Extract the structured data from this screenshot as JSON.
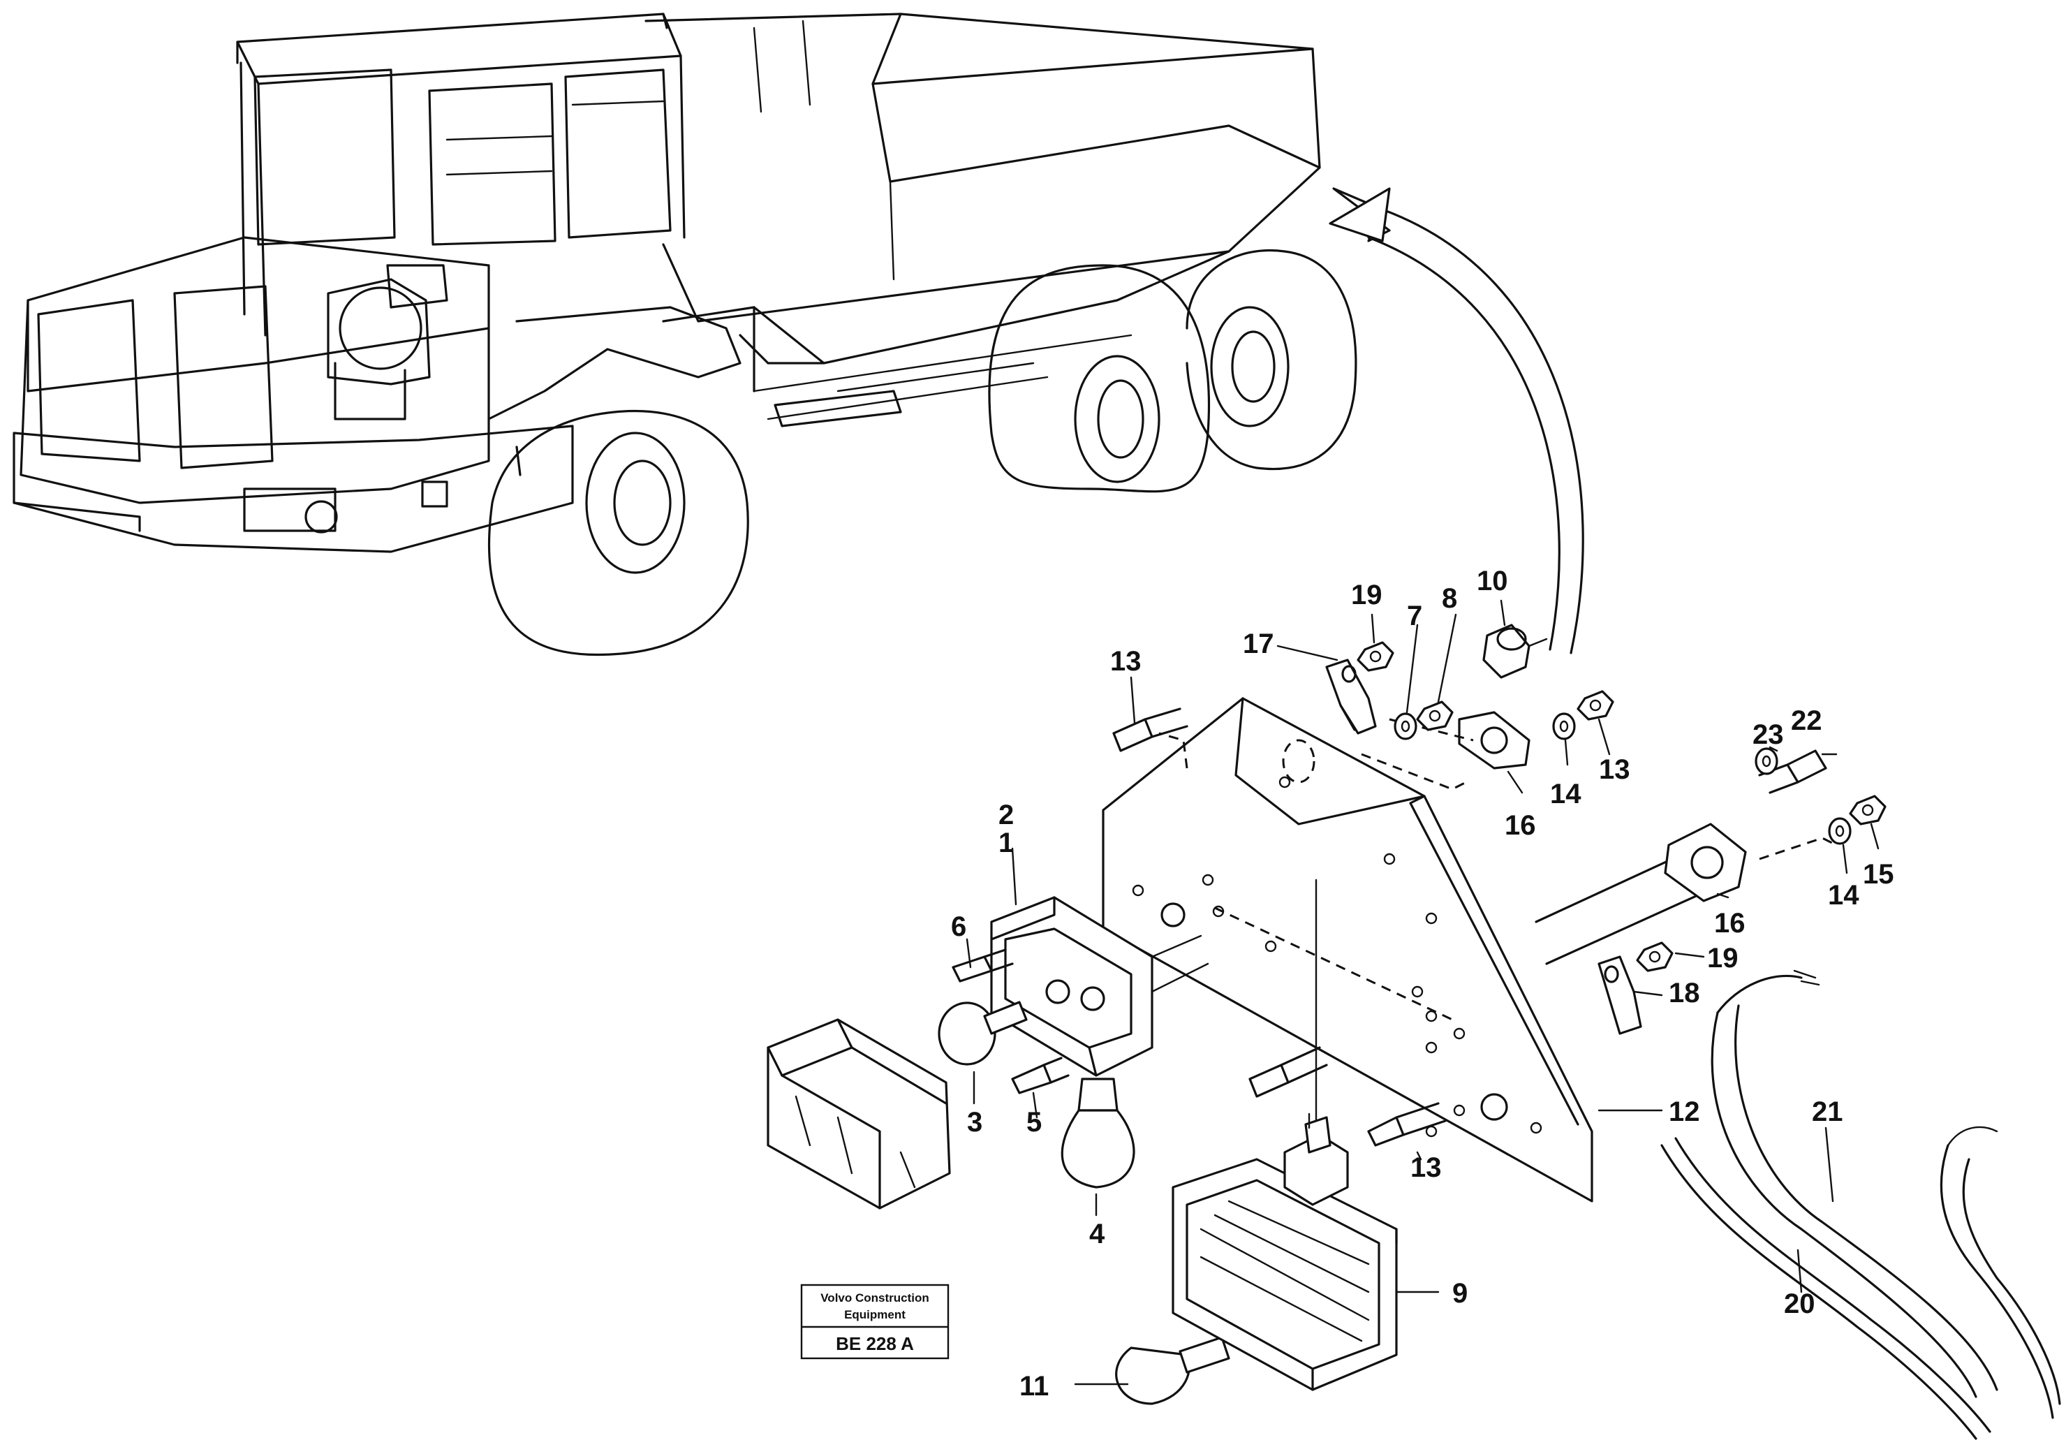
{
  "callouts": [
    {
      "num": "1"
    },
    {
      "num": "2"
    },
    {
      "num": "3"
    },
    {
      "num": "4"
    },
    {
      "num": "5"
    },
    {
      "num": "6"
    },
    {
      "num": "7"
    },
    {
      "num": "8"
    },
    {
      "num": "9"
    },
    {
      "num": "10"
    },
    {
      "num": "11"
    },
    {
      "num": "12"
    },
    {
      "num": "13"
    },
    {
      "num": "13"
    },
    {
      "num": "13"
    },
    {
      "num": "14"
    },
    {
      "num": "14"
    },
    {
      "num": "15"
    },
    {
      "num": "16"
    },
    {
      "num": "16"
    },
    {
      "num": "17"
    },
    {
      "num": "18"
    },
    {
      "num": "19"
    },
    {
      "num": "19"
    },
    {
      "num": "20"
    },
    {
      "num": "21"
    },
    {
      "num": "22"
    },
    {
      "num": "23"
    }
  ],
  "stamp": {
    "company_line1": "Volvo Construction",
    "company_line2": "Equipment",
    "code": "BE 228 A"
  }
}
